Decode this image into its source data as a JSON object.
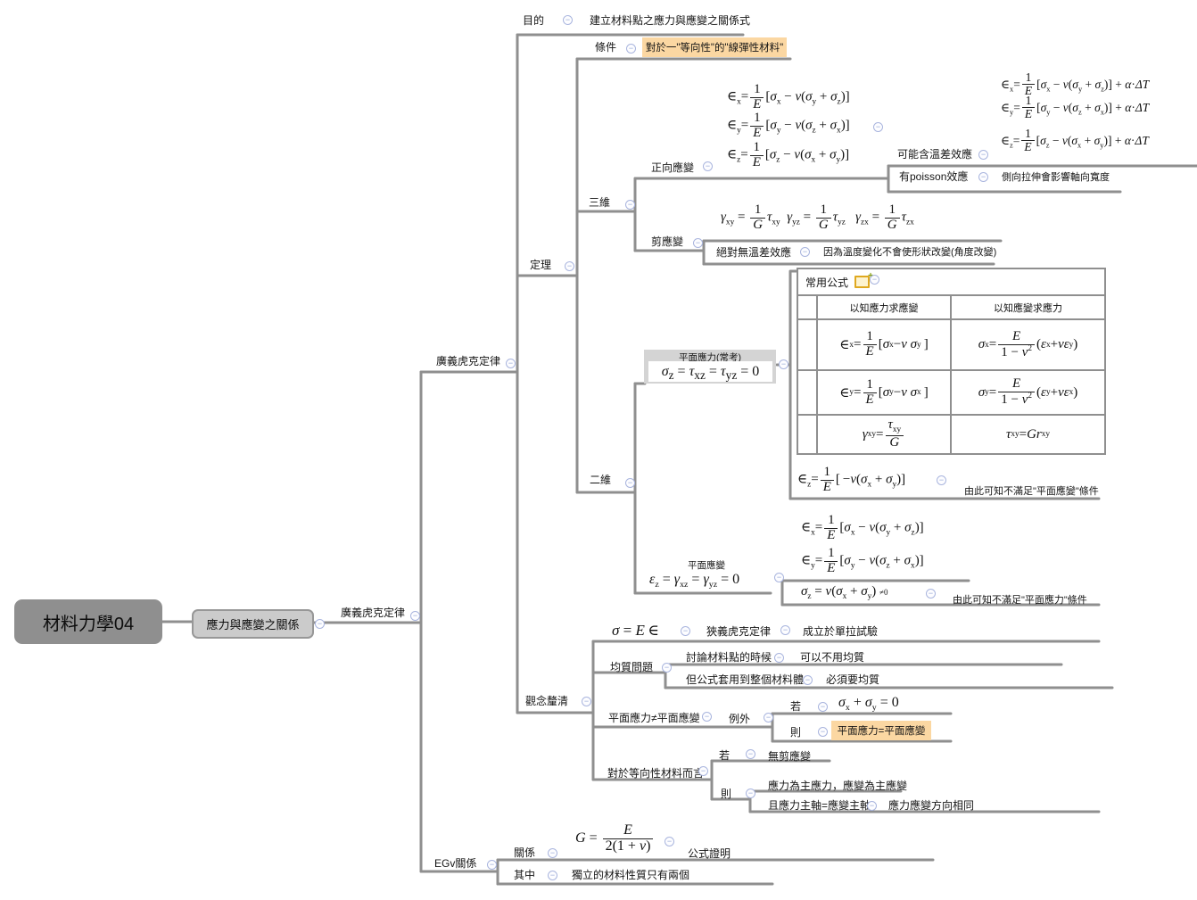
{
  "colors": {
    "highlight_orange": "#fbd7a2",
    "root_fill": "#8f8f8f",
    "topic_fill": "#cbcbcb",
    "plane_stress_fill": "#d4d4d4",
    "connector_gray": "#8f8f8f",
    "collapse_icon_blue": "#9cabdc"
  },
  "icons": {
    "collapse": "−",
    "add_note": "+"
  },
  "labels": {
    "root": "材料力學04",
    "topic": "應力與應變之關係",
    "hooke_outer": "廣義虎克定律",
    "hooke_inner": "廣義虎克定律",
    "purpose": "目的",
    "purpose_text": "建立材料點之應力與應變之關係式",
    "theorem": "定理",
    "condition": "條件",
    "condition_text": "對於一\"等向性\"的\"線彈性材料\"",
    "three_d": "三維",
    "normal_strain": "正向應變",
    "temp_effect": "可能含溫差效應",
    "poisson": "有poisson效應",
    "poisson_text": "側向拉伸會影響軸向寬度",
    "shear_strain": "剪應變",
    "no_temp": "絕對無溫差效應",
    "no_temp_text": "因為溫度變化不會使形狀改變(角度改變)",
    "two_d": "二維",
    "plane_stress_title": "平面應力(常考)",
    "table_title": "常用公式",
    "col_left": "以知應力求應變",
    "col_right": "以知應變求應力",
    "ps_note": "由此可知不滿足\"平面應變\"條件",
    "plane_strain_title": "平面應變",
    "pe_note": "由此可知不滿足\"平面應力\"條件",
    "concept": "觀念釐清",
    "narrow_hooke": "狹義虎克定律",
    "uniaxial": "成立於單拉試驗",
    "homog": "均質問題",
    "point_case": "討論材料點的時候",
    "no_need_homog": "可以不用均質",
    "whole_case": "但公式套用到整個材料體",
    "must_homog": "必須要均質",
    "ps_ne_pe": "平面應力≠平面應變",
    "exception": "例外",
    "if1": "若",
    "then1": "則",
    "ps_eq_pe": "平面應力=平面應變",
    "iso": "對於等向性材料而言",
    "if2": "若",
    "no_shear": "無剪應變",
    "then2": "則",
    "principal": "應力為主應力，應變為主應變",
    "axes": "且應力主軸=應變主軸",
    "same_dir": "應力應變方向相同",
    "egv": "EGv關係",
    "relation": "關係",
    "proof": "公式證明",
    "among": "其中",
    "indep": "獨立的材料性質只有兩個"
  },
  "math": {
    "eps_x_3d": "∈<sub>x</sub>=<span class='fr'><span class='fn'>1</span><span class='fd'><i>E</i></span></span>[<i>σ</i><sub>x</sub> − <i>ν</i>(<i>σ</i><sub>y</sub> + <i>σ</i><sub>z</sub>)]",
    "eps_y_3d": "∈<sub>y</sub>=<span class='fr'><span class='fn'>1</span><span class='fd'><i>E</i></span></span>[<i>σ</i><sub>y</sub> − <i>ν</i>(<i>σ</i><sub>z</sub> + <i>σ</i><sub>x</sub>)]",
    "eps_z_3d": "∈<sub>z</sub>=<span class='fr'><span class='fn'>1</span><span class='fd'><i>E</i></span></span>[<i>σ</i><sub>z</sub> − <i>ν</i>(<i>σ</i><sub>x</sub> + <i>σ</i><sub>y</sub>)]",
    "eps_x_t": "∈<sub>x</sub>=<span class='fr'><span class='fn'>1</span><span class='fd'><i>E</i></span></span>[<i>σ</i><sub>x</sub> − <i>ν</i>(<i>σ</i><sub>y</sub> + <i>σ</i><sub>z</sub>)] + <i>α</i>·<i>ΔT</i>",
    "eps_y_t": "∈<sub>y</sub>=<span class='fr'><span class='fn'>1</span><span class='fd'><i>E</i></span></span>[<i>σ</i><sub>y</sub> − <i>ν</i>(<i>σ</i><sub>z</sub> + <i>σ</i><sub>x</sub>)] + <i>α</i>·<i>ΔT</i>",
    "eps_z_t": "∈<sub>z</sub>=<span class='fr'><span class='fn'>1</span><span class='fd'><i>E</i></span></span>[<i>σ</i><sub>z</sub> − <i>ν</i>(<i>σ</i><sub>x</sub> + <i>σ</i><sub>y</sub>)] + <i>α</i>·<i>ΔT</i>",
    "gamma_3d": "<i>γ</i><sub>xy</sub> = <span class='fr'><span class='fn'>1</span><span class='fd'><i>G</i></span></span><i>τ</i><sub>xy</sub>&nbsp;&nbsp;<i>γ</i><sub>yz</sub> = <span class='fr'><span class='fn'>1</span><span class='fd'><i>G</i></span></span><i>τ</i><sub>yz</sub>&nbsp;&nbsp;&nbsp;<i>γ</i><sub>zx</sub> = <span class='fr'><span class='fn'>1</span><span class='fd'><i>G</i></span></span><i>τ</i><sub>zx</sub>",
    "plane_stress": "<i>σ</i><sub>z</sub> = <i>τ</i><sub>xz</sub> = <i>τ</i><sub>yz</sub> = 0",
    "t_eps_x": "∈<sub>x</sub>=<span class='fr'><span class='fn'>1</span><span class='fd'><i>E</i></span></span>[<i>σ</i><sub>x</sub> − <i>ν</i>&nbsp;<i>σ</i><sub>y</sub>&thinsp;]",
    "t_sig_x": "<i>σ</i><sub>x</sub> = <span class='fr'><span class='fn'><i>E</i></span><span class='fd'>1 − <i>v</i><sup>2</sup></span></span>(<i>ε</i><sub>x</sub> + <i>νε</i><sub>y</sub>)",
    "t_eps_y": "∈<sub>y</sub>=<span class='fr'><span class='fn'>1</span><span class='fd'><i>E</i></span></span>[<i>σ</i><sub>y</sub> − <i>ν</i>&nbsp;<i>σ</i><sub>x</sub>&thinsp;]",
    "t_sig_y": "<i>σ</i><sub>y</sub> = <span class='fr'><span class='fn'><i>E</i></span><span class='fd'>1 − <i>v</i><sup>2</sup></span></span>(<i>ε</i><sub>y</sub> + <i>νε</i><sub>x</sub>)",
    "t_gam": "<i>γ</i><sub>xy</sub> = <span class='fr'><span class='fn'><i>τ</i><sub>xy</sub></span><span class='fd'><i>G</i></span></span>",
    "t_tau": "<i>τ</i><sub>xy</sub> = <i>Gr</i><sub>xy</sub>",
    "eps_z_ps": "∈<sub>z</sub>=<span class='fr'><span class='fn'>1</span><span class='fd'><i>E</i></span></span>[&thinsp;−<i>ν</i>(<i>σ</i><sub>x</sub> + <i>σ</i><sub>y</sub>)]",
    "plane_strain": "<i>ε</i><sub>z</sub> = <i>γ</i><sub>xz</sub> = <i>γ</i><sub>yz</sub> = 0",
    "sig_z_pe": "<i>σ</i><sub>z</sub> = <i>ν</i>(<i>σ</i><sub>x</sub> + <i>σ</i><sub>y</sub>) <span class='small-neq'>≠0</span>",
    "sigma_E": "<i>σ</i> = <i>E</i>&thinsp;∈",
    "sx_sy": "<i>σ</i><sub>x</sub> + <i>σ</i><sub>y</sub> = 0",
    "g_eq": "<i>G</i> = <span class='fr'><span class='fn'><i>E</i></span><span class='fd'>2(1 + <i>ν</i>)</span></span>"
  }
}
